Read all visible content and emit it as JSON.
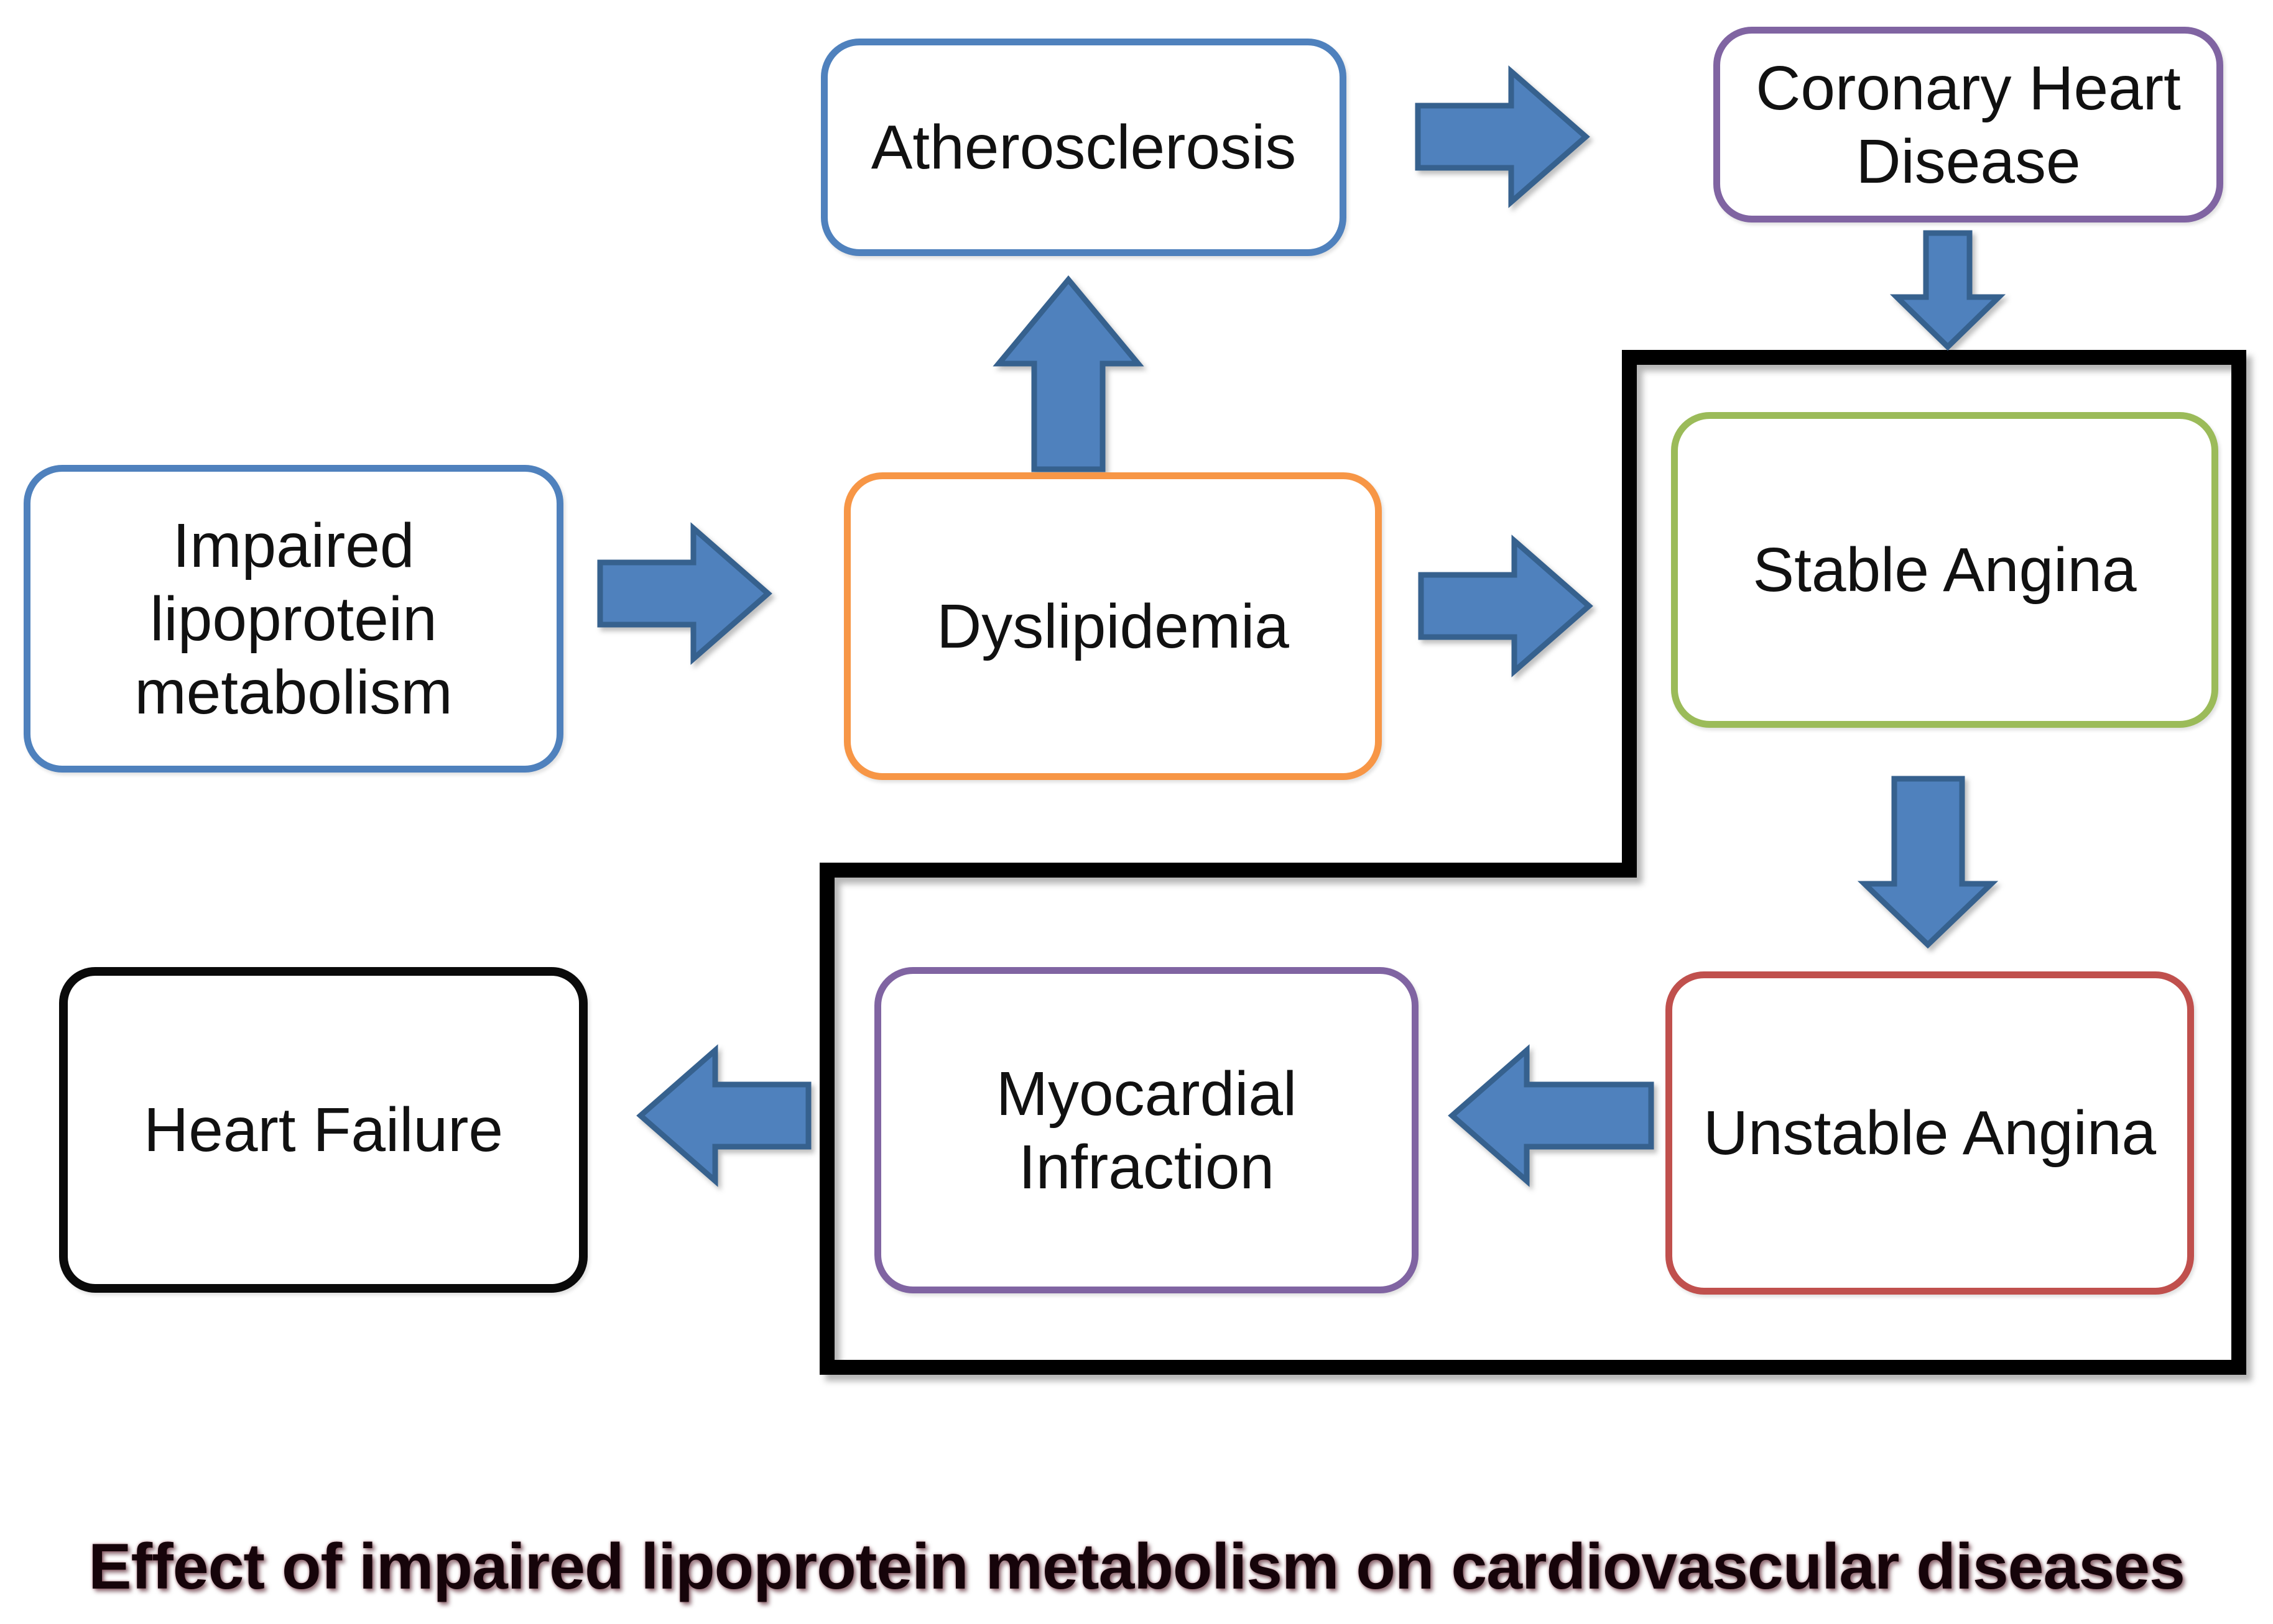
{
  "diagram": {
    "background_color": "#ffffff",
    "nodes": [
      {
        "id": "impaired-lipoprotein-metabolism",
        "label": "Impaired lipoprotein metabolism",
        "border_color": "#4F81BD"
      },
      {
        "id": "dyslipidemia",
        "label": "Dyslipidemia",
        "border_color": "#F79646"
      },
      {
        "id": "atherosclerosis",
        "label": "Atherosclerosis",
        "border_color": "#4F81BD"
      },
      {
        "id": "coronary-heart-disease",
        "label": "Coronary Heart Disease",
        "border_color": "#8064A2"
      },
      {
        "id": "stable-angina",
        "label": "Stable Angina",
        "border_color": "#9BBB59"
      },
      {
        "id": "unstable-angina",
        "label": "Unstable Angina",
        "border_color": "#C0504D"
      },
      {
        "id": "myocardial-infraction",
        "label": "Myocardial Infraction",
        "border_color": "#8064A2"
      },
      {
        "id": "heart-failure",
        "label": "Heart Failure",
        "border_color": "#0A0A0A"
      }
    ],
    "arrows": {
      "fill_color": "#4F81BD",
      "stroke_color": "#36618E",
      "connections": [
        {
          "from": "impaired-lipoprotein-metabolism",
          "to": "dyslipidemia",
          "direction": "right"
        },
        {
          "from": "dyslipidemia",
          "to": "atherosclerosis",
          "direction": "up"
        },
        {
          "from": "atherosclerosis",
          "to": "coronary-heart-disease",
          "direction": "right"
        },
        {
          "from": "coronary-heart-disease",
          "to": "stable-angina",
          "direction": "down"
        },
        {
          "from": "dyslipidemia",
          "to": "stable-angina",
          "direction": "right"
        },
        {
          "from": "stable-angina",
          "to": "unstable-angina",
          "direction": "down"
        },
        {
          "from": "unstable-angina",
          "to": "myocardial-infraction",
          "direction": "left"
        },
        {
          "from": "myocardial-infraction",
          "to": "heart-failure",
          "direction": "left"
        }
      ]
    },
    "group_outline": {
      "color": "#000000",
      "contains": [
        "stable-angina",
        "unstable-angina",
        "myocardial-infraction"
      ]
    },
    "caption": {
      "text": "Effect of impaired lipoprotein metabolism on cardiovascular diseases",
      "color": "#16040a"
    }
  }
}
